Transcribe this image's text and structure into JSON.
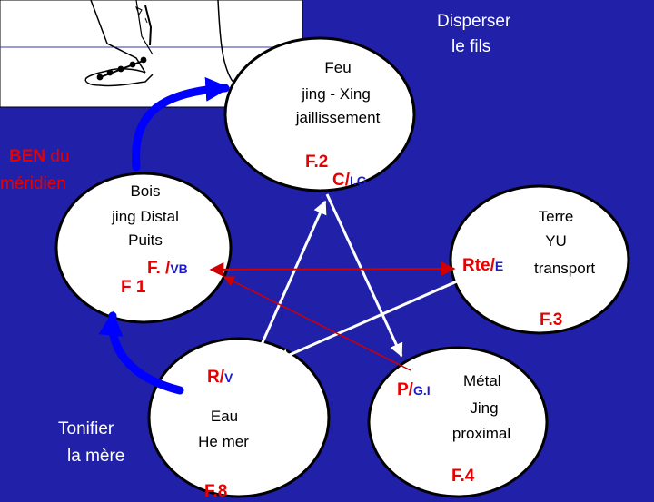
{
  "colors": {
    "background": "#2020a8",
    "circle_fill": "#ffffff",
    "label_red": "#e80000",
    "label_blue": "#1c1ccc",
    "arrow_white": "#ffffff",
    "arrow_blue": "#0000ff",
    "arrow_red": "#d00000"
  },
  "annotations": {
    "disperser": [
      "Disperser",
      "le fils"
    ],
    "tonifier": [
      "Tonifier",
      "la mère"
    ],
    "ben_bold": "BEN",
    "ben_rest": "du",
    "ben_line2": "méridien"
  },
  "elements": {
    "feu": {
      "lines": [
        "Feu",
        "jing - Xing",
        "jaillissement"
      ],
      "code": "F.2",
      "organ_red": "C/",
      "organ_blue": "I.G"
    },
    "bois": {
      "lines": [
        "Bois",
        "jing Distal",
        "Puits"
      ],
      "organ_red": "F. /",
      "organ_blue": "VB",
      "code": "F 1"
    },
    "terre": {
      "lines": [
        "Terre",
        "YU",
        "transport"
      ],
      "organ_red": "Rte/",
      "organ_blue": "E",
      "code": "F.3"
    },
    "metal": {
      "lines": [
        "Métal",
        "Jing",
        "proximal"
      ],
      "organ_red": "P/",
      "organ_blue": "G.I",
      "code": "F.4"
    },
    "eau": {
      "lines": [
        "Eau",
        "He mer"
      ],
      "organ_red": "R/",
      "organ_blue": "V",
      "code": "F.8"
    }
  }
}
